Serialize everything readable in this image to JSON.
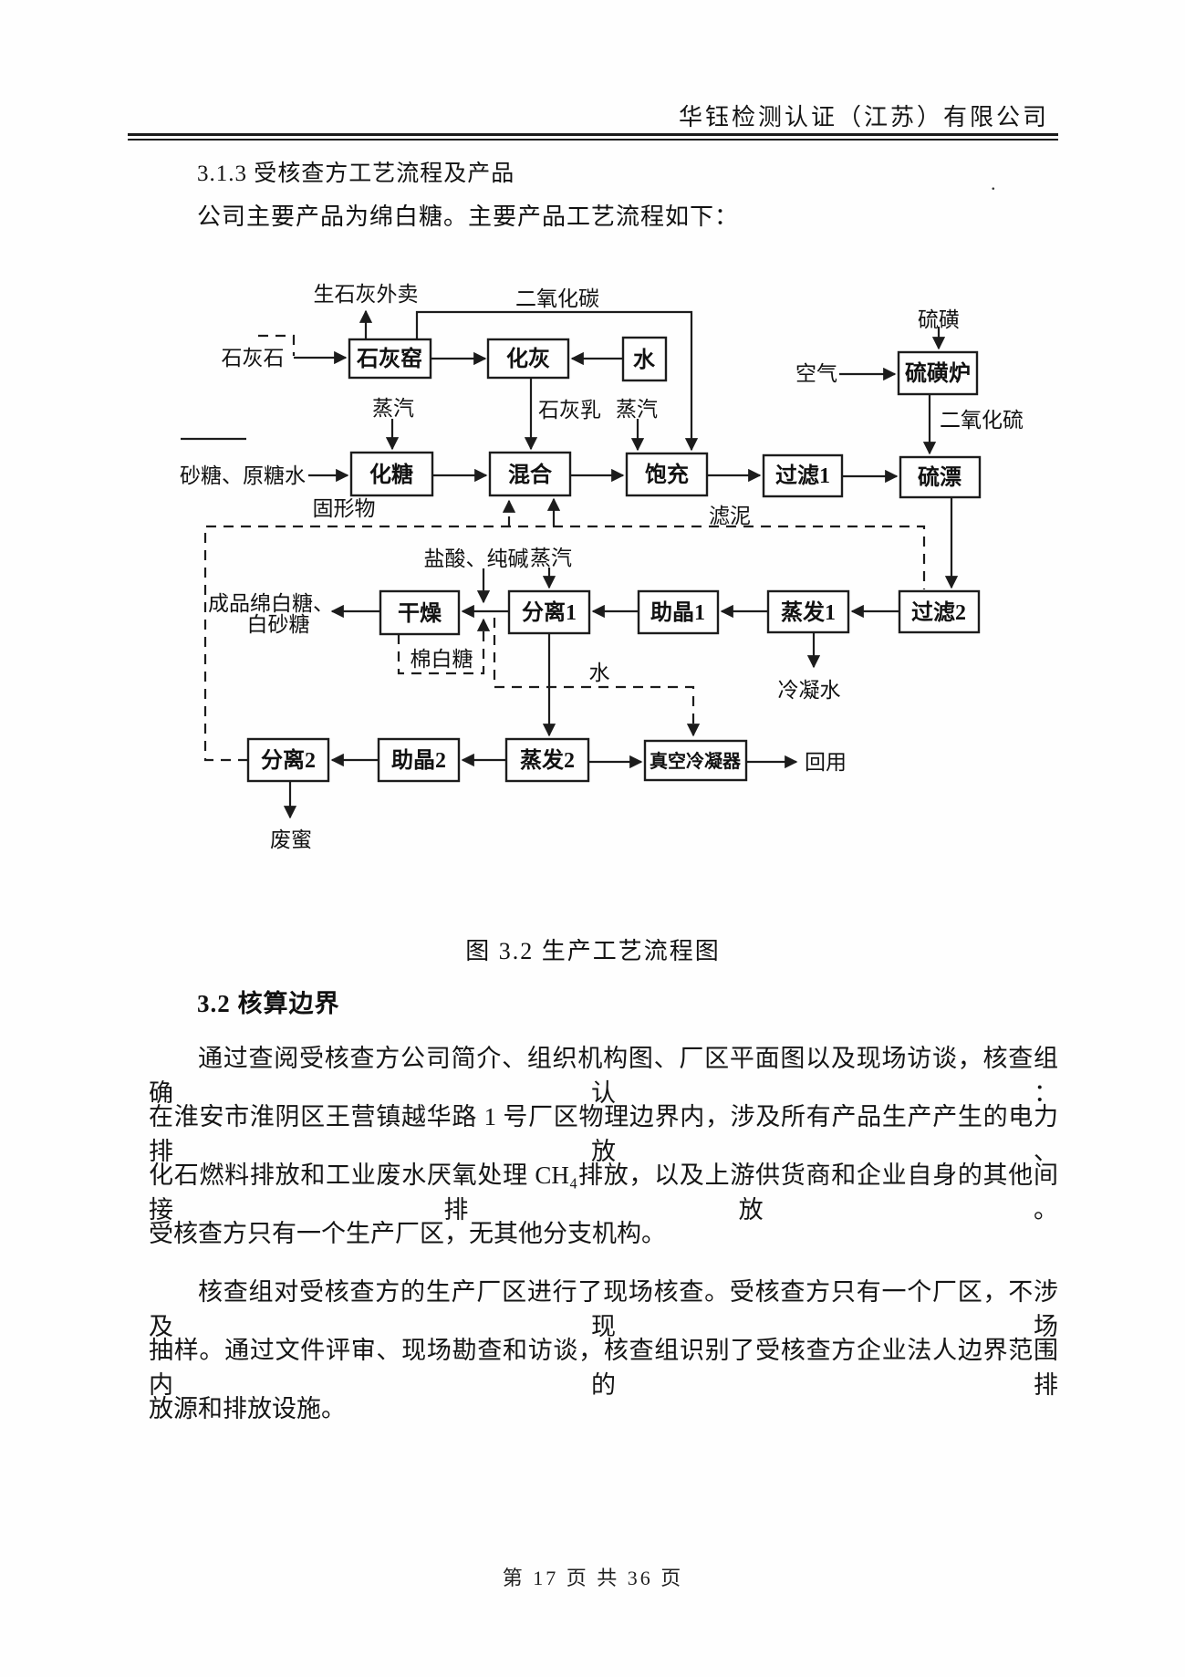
{
  "header": {
    "company_name": "华钰检测认证（江苏）有限公司",
    "stray_dot": "."
  },
  "section_313": {
    "heading": "3.1.3 受核查方工艺流程及产品",
    "intro": "公司主要产品为绵白糖。主要产品工艺流程如下："
  },
  "figure": {
    "caption": "图 3.2 生产工艺流程图"
  },
  "diagram": {
    "boxes": {
      "limekiln": "石灰窑",
      "limeslaking": "化灰",
      "water": "水",
      "sulfurfurnace": "硫磺炉",
      "sugarmelting": "化糖",
      "mixing": "混合",
      "carbonation": "饱充",
      "filter1": "过滤1",
      "sulfurbleach": "硫漂",
      "drying": "干燥",
      "separation1": "分离1",
      "crystal1": "助晶1",
      "evaporation1": "蒸发1",
      "filter2": "过滤2",
      "separation2": "分离2",
      "crystal2": "助晶2",
      "evaporation2": "蒸发2",
      "vacuumcondenser": "真空冷凝器"
    },
    "labels": {
      "quicklime_sale": "生石灰外卖",
      "co2": "二氧化碳",
      "limestone": "石灰石",
      "steam1": "蒸汽",
      "lime_milk": "石灰乳",
      "steam2": "蒸汽",
      "sulfur": "硫磺",
      "air": "空气",
      "so2": "二氧化硫",
      "raw_sugar_water": "砂糖、原糖水",
      "solids": "固形物",
      "filter_mud": "滤泥",
      "hcl_soda": "盐酸、纯碱",
      "steam3": "蒸汽",
      "product_line1": "成品绵白糖、",
      "product_line2": "白砂糖",
      "cotton_sugar": "棉白糖",
      "water_label": "水",
      "condensate": "冷凝水",
      "reuse": "回用",
      "waste_molasses": "废蜜"
    }
  },
  "section_32": {
    "heading": "3.2 核算边界",
    "p1_l1": "通过查阅受核查方公司简介、组织机构图、厂区平面图以及现场访谈，核查组确认：",
    "p1_l2": "在淮安市淮阴区王营镇越华路 1 号厂区物理边界内，涉及所有产品生产产生的电力排放、",
    "p1_l3": "化石燃料排放和工业废水厌氧处理 CH₄排放，以及上游供货商和企业自身的其他间接排放。",
    "p1_l4": "受核查方只有一个生产厂区，无其他分支机构。",
    "p2_l1": "核查组对受核查方的生产厂区进行了现场核查。受核查方只有一个厂区，不涉及现场",
    "p2_l2": "抽样。通过文件评审、现场勘查和访谈，核查组识别了受核查方企业法人边界范围内的排",
    "p2_l3": "放源和排放设施。"
  },
  "footer": {
    "page_info": "第 17 页 共 36 页"
  }
}
